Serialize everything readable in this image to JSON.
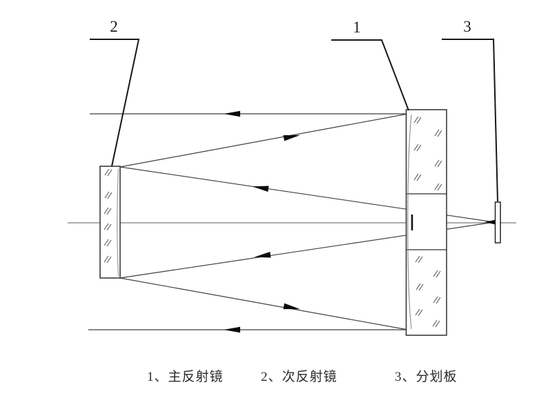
{
  "figure": {
    "background_color": "#ffffff",
    "line_color": "#3d3d3d",
    "callouts": {
      "primary_mirror": "1",
      "secondary_mirror": "2",
      "reticle": "3"
    },
    "legend": {
      "primary_mirror": "1、主反射镜",
      "secondary_mirror": "2、次反射镜",
      "reticle": "3、分划板"
    }
  }
}
